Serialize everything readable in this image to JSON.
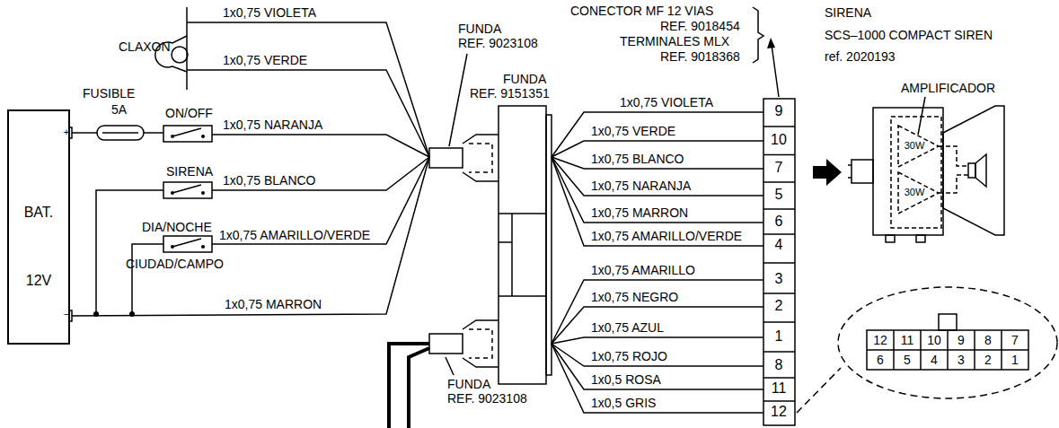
{
  "diagram": {
    "nodes": [
      {
        "text": [
          "BAT.",
          "12V"
        ]
      }
    ],
    "labels": [
      "1x0,75 VIOLETA",
      "CLAXON",
      "1x0,75 VERDE",
      "FUSIBLE",
      "5A",
      "ON/OFF",
      "1x0,75 NARANJA",
      "SIRENA",
      "1x0,75 BLANCO",
      "DIA/NOCHE",
      "1x0,75 AMARILLO/VERDE",
      "CIUDAD/CAMPO",
      "1x0,75 MARRON",
      "+",
      "−",
      "FUNDA",
      "REF. 9023108",
      "FUNDA",
      "REF. 9151351",
      "CONECTOR MF 12 VIAS",
      "REF. 9018454",
      "TERMINALES MLX",
      "REF. 9018368",
      "1x0,75 VIOLETA",
      "9",
      "1x0,75 VERDE",
      "10",
      "1x0,75 BLANCO",
      "7",
      "1x0,75 NARANJA",
      "5",
      "1x0,75 MARRON",
      "6",
      "1x0,75 AMARILLO/VERDE",
      "4",
      "1x0,75 AMARILLO",
      "3",
      "1x0,75 NEGRO",
      "2",
      "1x0,75 AZUL",
      "1",
      "1x0,75 ROJO",
      "8",
      "1x0,5 ROSA",
      "11",
      "1x0,5 GRIS",
      "12",
      "FUNDA",
      "REF. 9023108",
      "SIRENA",
      "SCS–1000 COMPACT SIREN",
      "ref. 2020193",
      "AMPLIFICADOR",
      "30W",
      "30W",
      "12",
      "11",
      "10",
      "9",
      "8",
      "7",
      "6",
      "5",
      "4",
      "3",
      "2",
      "1"
    ]
  }
}
